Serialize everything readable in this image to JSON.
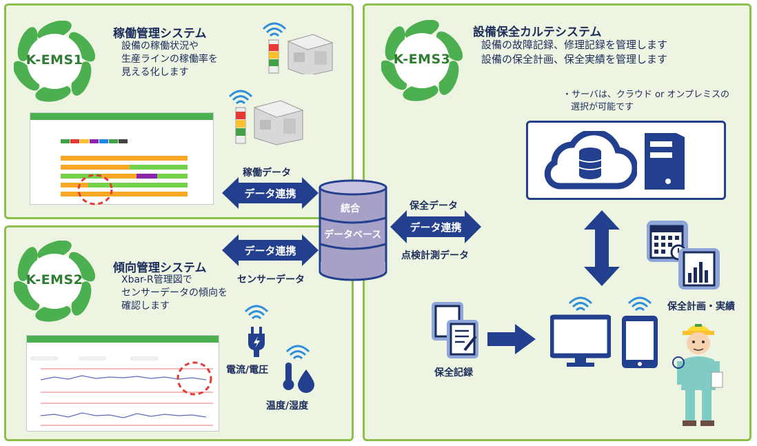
{
  "kems1": {
    "badge": "K-EMS1",
    "title": "稼働管理システム",
    "lines": [
      "設備の稼働状況や",
      "生産ラインの稼働率を",
      "見える化します"
    ]
  },
  "kems2": {
    "badge": "K-EMS2",
    "title": "傾向管理システム",
    "lines": [
      "Xbar-R管理図で",
      "センサーデータの傾向を",
      "確認します"
    ]
  },
  "kems3": {
    "badge": "K-EMS3",
    "title": "設備保全カルテシステム",
    "lines": [
      "設備の故障記録、修理記録を管理します",
      "設備の保全計画、保全実績を管理します"
    ],
    "server_note": [
      "・サーバは、クラウド  or  オンプレミスの",
      "選択が可能です"
    ]
  },
  "database": {
    "top": "統合",
    "bottom": "データベース"
  },
  "links": {
    "operation_data": "稼働データ",
    "link1": "データ連携",
    "link2": "データ連携",
    "sensor_data": "センサーデータ",
    "maintenance_data": "保全データ",
    "link3": "データ連携",
    "inspection_data": "点検計測データ"
  },
  "sensors": {
    "current_voltage": "電流/電圧",
    "temp_humidity": "温度/湿度"
  },
  "maintenance": {
    "record": "保全記録",
    "plan_result": "保全計画・実績"
  },
  "colors": {
    "panel_border": "#8cc04b",
    "panel_bg": "#eef4e2",
    "navy": "#23408e",
    "badge_green": "#2f7d32"
  },
  "icons": [
    "leaf-ring-icon",
    "signal-tower-icon",
    "wifi-icon",
    "cloud-icon",
    "database-icon",
    "server-icon",
    "calendar-icon",
    "chart-icon",
    "document-icon",
    "monitor-icon",
    "tablet-icon",
    "plug-icon",
    "thermometer-icon",
    "droplet-icon",
    "worker-icon"
  ]
}
